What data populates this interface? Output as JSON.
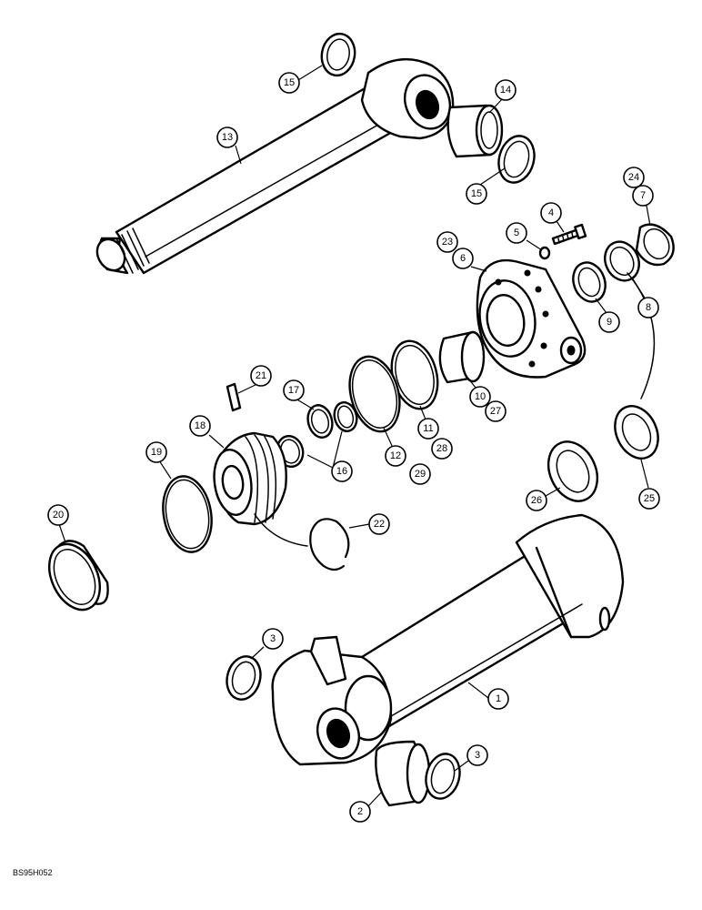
{
  "figure_code": "BS95H052",
  "callouts": [
    "1",
    "2",
    "3",
    "3",
    "4",
    "5",
    "23",
    "6",
    "24",
    "7",
    "8",
    "9",
    "10",
    "27",
    "11",
    "28",
    "12",
    "29",
    "13",
    "14",
    "15",
    "15",
    "16",
    "17",
    "18",
    "19",
    "20",
    "21",
    "22",
    "25",
    "26"
  ]
}
